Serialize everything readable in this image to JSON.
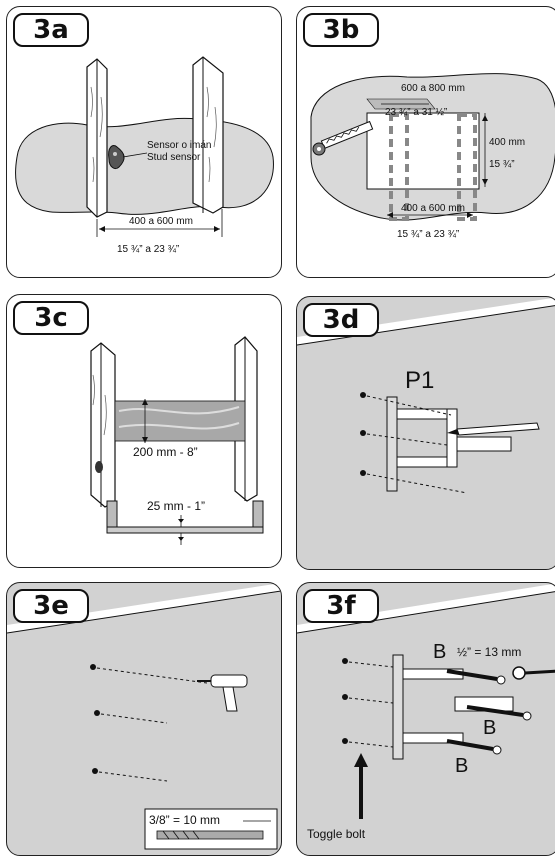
{
  "panels": [
    {
      "id": "3a",
      "badge": "3a",
      "labels": {
        "sensor_es": "Sensor o imán",
        "sensor_en": "Stud sensor",
        "dist_mm": "400 a 600 mm",
        "dist_in": "15 ¾” a 23 ¾”"
      }
    },
    {
      "id": "3b",
      "badge": "3b",
      "labels": {
        "top_mm": "600 a 800 mm",
        "top_in": "23 ¾” a 31  ½”",
        "right_mm": "400 mm",
        "right_in": "15 ¾”",
        "bottom_mm": "400 a 600 mm",
        "bottom_in": "15 ¾” a 23  ¾”"
      }
    },
    {
      "id": "3c",
      "badge": "3c",
      "labels": {
        "height": "200 mm - 8”",
        "gap": "25 mm - 1”"
      }
    },
    {
      "id": "3d",
      "badge": "3d",
      "labels": {
        "part": "P1"
      }
    },
    {
      "id": "3e",
      "badge": "3e",
      "labels": {
        "drill": "3/8” = 10 mm"
      }
    },
    {
      "id": "3f",
      "badge": "3f",
      "labels": {
        "b1": "B",
        "b2": "B",
        "b3": "B",
        "size": "½” = 13 mm",
        "toggle": "Toggle bolt"
      }
    }
  ]
}
